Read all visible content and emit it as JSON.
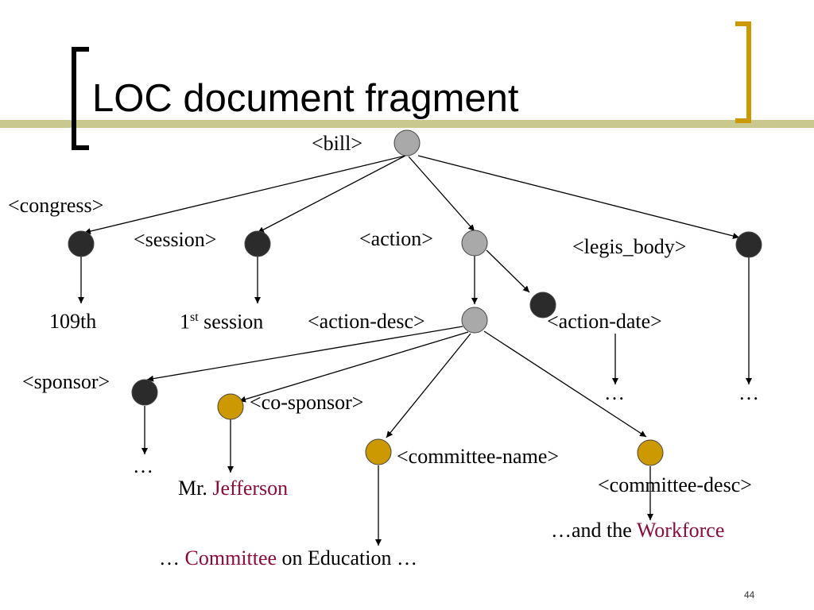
{
  "slide": {
    "title": "LOC document fragment",
    "page_number": "44"
  },
  "colors": {
    "gray_node": "#a9a9a9",
    "black_node": "#2b2b2b",
    "gold_node": "#cc9900",
    "bracket_left": "#000000",
    "bracket_right": "#cc9900",
    "title_band": "#c9c98f",
    "highlight_text": "#8b0a3c"
  },
  "nodes": {
    "bill": "<bill>",
    "congress": "<congress>",
    "session": "<session>",
    "action": "<action>",
    "legis_body": "<legis_body>",
    "action_desc": "<action-desc>",
    "action_date": "<action-date>",
    "sponsor": "<sponsor>",
    "co_sponsor": "<co-sponsor>",
    "committee_name": "<committee-name>",
    "committee_desc": "<committee-desc>"
  },
  "values": {
    "congress": "109th",
    "session_num": "1",
    "session_sup": "st",
    "session_word": " session",
    "ellipsis": "…",
    "co_sponsor_prefix": "Mr. ",
    "co_sponsor_name": "Jefferson",
    "committee_name_prefix": "… ",
    "committee_name_highlight": "Committee",
    "committee_name_suffix": " on Education …",
    "committee_desc_prefix": "…and the ",
    "committee_desc_highlight": "Workforce"
  }
}
